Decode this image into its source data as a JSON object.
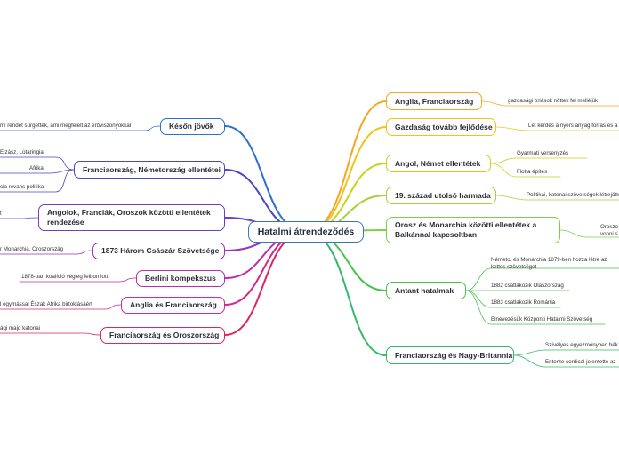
{
  "central": "Hatalmi átrendeződés",
  "right": [
    {
      "label": "Anglia, Franciaország",
      "color": "#f5a623",
      "leaves": [
        "gazdasági óriások nőttek fel melléjük"
      ]
    },
    {
      "label": "Gazdaság tovább fejlődése",
      "color": "#f0c419",
      "leaves": [
        "Lét kérdés a  nyers anyag forrás és a"
      ]
    },
    {
      "label": "Angol, Német ellentétek",
      "color": "#c9d31a",
      "leaves": [
        "Gyarmati versenyzés",
        "Flotta építés"
      ]
    },
    {
      "label": "19. század utolsó harmada",
      "color": "#a5d23a",
      "leaves": [
        "Politikai, katonai szövetségek létrejötte"
      ]
    },
    {
      "label": "Orosz és Monarchia közötti ellentétek a Balkánnal kapcsoltban",
      "color": "#7ccf4a",
      "leaves": [
        "Oroszo vonni s"
      ]
    },
    {
      "label": "Antant hatalmak",
      "color": "#49c24a",
      "leaves": [
        "Németo. és Monarchia 1879-ben hozza létre az kettes szövetséget",
        "1882 csatlakozik Olaszország",
        "1883 csatlakozik Románia",
        "Elnevezésük Központi Hatalmi Szövetség"
      ]
    },
    {
      "label": "Franciaország és Nagy-Britannia",
      "color": "#33b96a",
      "leaves": [
        "Szívélyes egyezményben bék",
        "Entente cordical  jelentette az"
      ]
    }
  ],
  "left": [
    {
      "label": "Későn jövők",
      "color": "#2d6fd1",
      "leaves": [
        "mi rendet sürgettek, ami megfelelt az erőviszonyokkal"
      ]
    },
    {
      "label": "Franciaország, Németország ellentétei",
      "color": "#4a45c4",
      "leaves": [
        "Elzász, Lotaringia",
        "Afrika",
        "cia revans politika"
      ]
    },
    {
      "label": "Angolok, Franciák, Oroszok közötti ellentétek rendezése",
      "color": "#6e3fbf",
      "leaves": [
        "t"
      ]
    },
    {
      "label": "1873 Három Császár Szövetsége",
      "color": "#9b34b8",
      "leaves": [
        "r Monarchia, Oroszország"
      ]
    },
    {
      "label": "Berlini kompekszus",
      "color": "#bb2fa8",
      "leaves": [
        "1878-ban koalíció végleg felbomlott"
      ]
    },
    {
      "label": "Anglia és Franciaország",
      "color": "#d2288f",
      "leaves": [
        "l egymással Észak Afrika birtoklásáért"
      ]
    },
    {
      "label": "Franciaország és Oroszország",
      "color": "#e0245e",
      "leaves": [
        "ági majd katonai"
      ]
    }
  ]
}
